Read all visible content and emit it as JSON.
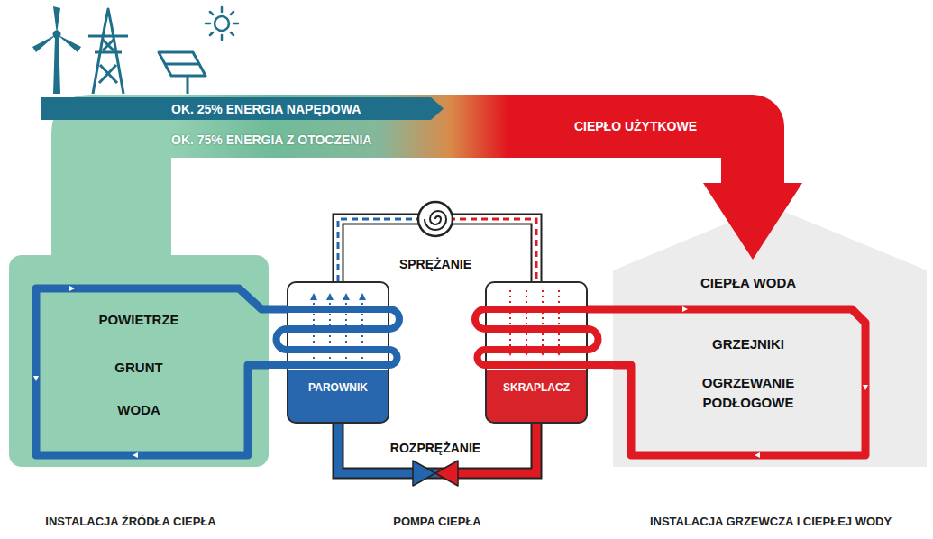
{
  "diagram": {
    "nodes": [
      {
        "text": [
          "POWIETRZE",
          "GRUNT",
          "WODA"
        ]
      },
      {
        "text": [
          "PAROWNIK"
        ]
      },
      {
        "text": [
          "SKRAPLACZ"
        ]
      },
      {
        "text": [
          "CIEPŁA WODA",
          "GRZEJNIKI",
          "OGRZEWANIE PODŁOGOWE"
        ]
      }
    ],
    "edges": [
      {
        "from": 0,
        "to": 3,
        "arrow": "to",
        "label": "CIEPŁO UŻYTKOWE"
      },
      {
        "from": 0,
        "to": 1,
        "arrow": "none"
      },
      {
        "from": 1,
        "to": 2,
        "arrow": "none",
        "label": "SPRĘŻANIE"
      },
      {
        "from": 2,
        "to": 1,
        "arrow": "none",
        "label": "ROZPRĘŻANIE"
      },
      {
        "from": 2,
        "to": 3,
        "arrow": "none"
      }
    ],
    "labels": [
      "OK. 25% ENERGIA NAPĘDOWA",
      "OK. 75% ENERGIA Z OTOCZENIA",
      "INSTALACJA ŹRÓDŁA CIEPŁA",
      "POMPA CIEPŁA",
      "INSTALACJA GRZEWCZA I CIEPŁEJ WODY"
    ]
  }
}
